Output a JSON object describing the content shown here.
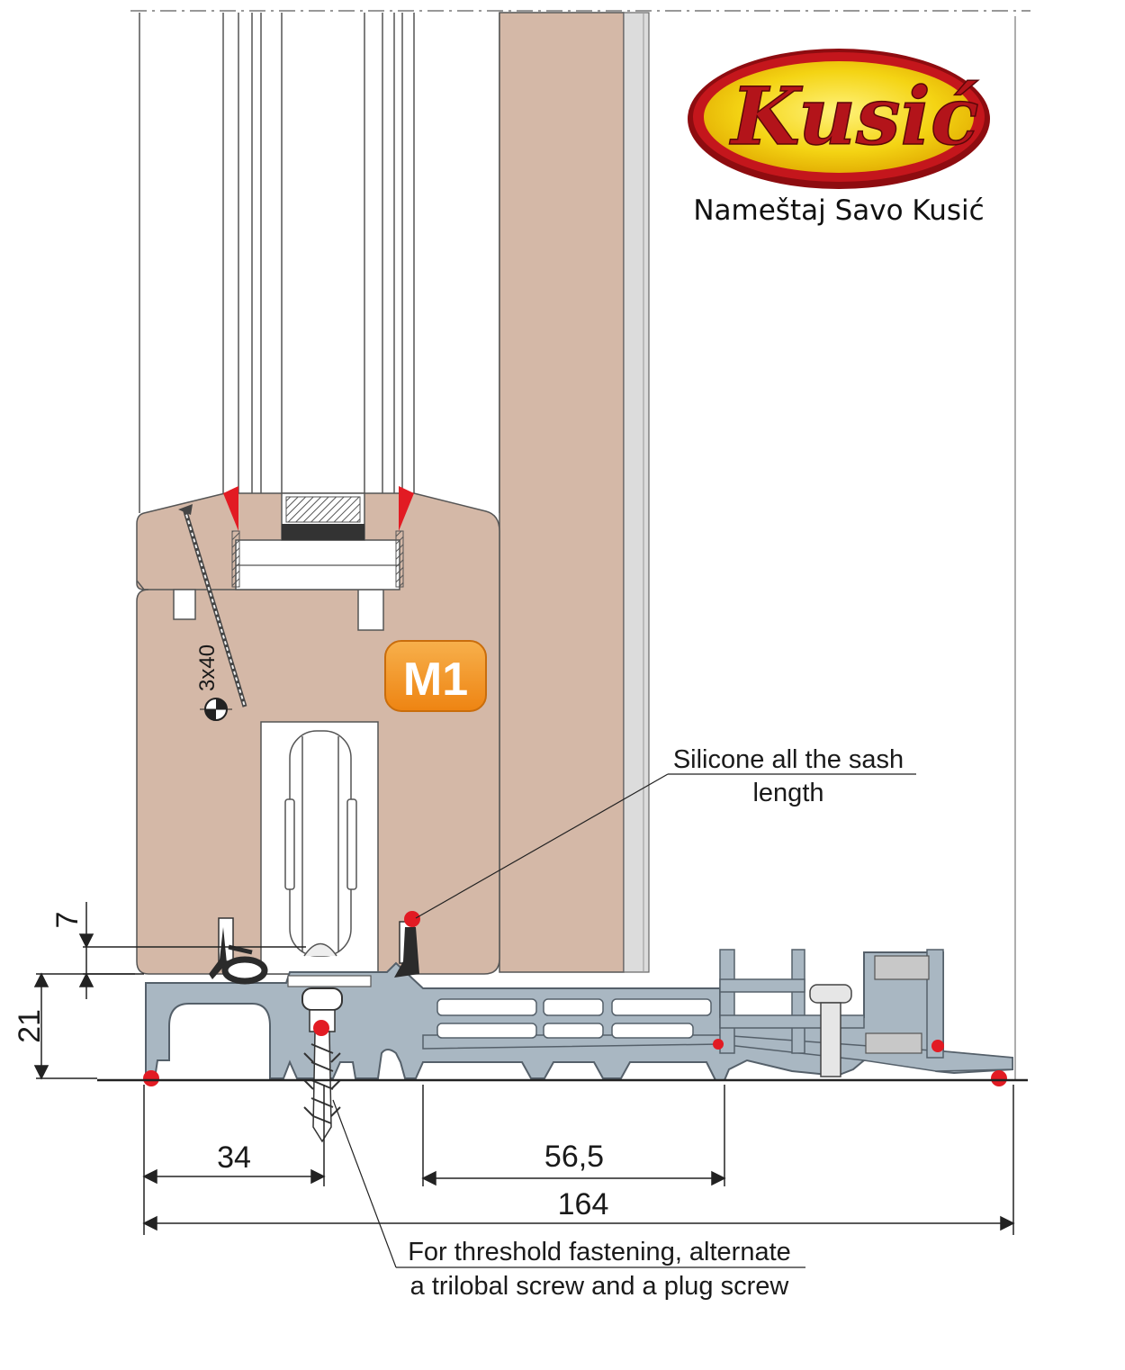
{
  "brand": {
    "logo_text": "Kusić",
    "company_name": "Nameštaj Savo Kusić"
  },
  "labels": {
    "badge": "M1",
    "screw_size": "3x40",
    "note_silicone_line1": "Silicone all the sash",
    "note_silicone_line2": "length",
    "note_threshold_line1": "For threshold fastening, alternate",
    "note_threshold_line2": "a trilobal screw and a plug screw"
  },
  "dimensions": {
    "gap": "7",
    "height": "21",
    "screw_offset": "34",
    "rail_offset": "56,5",
    "total_width": "164"
  },
  "colors": {
    "wood": "#d4b8a7",
    "aluminum": "#a9b7c2",
    "seal": "#2b2b2b",
    "silicone": "#e21b23",
    "logo_red": "#c4161c",
    "logo_yellow": "#f4d414",
    "badge_orange": "#f39424"
  }
}
